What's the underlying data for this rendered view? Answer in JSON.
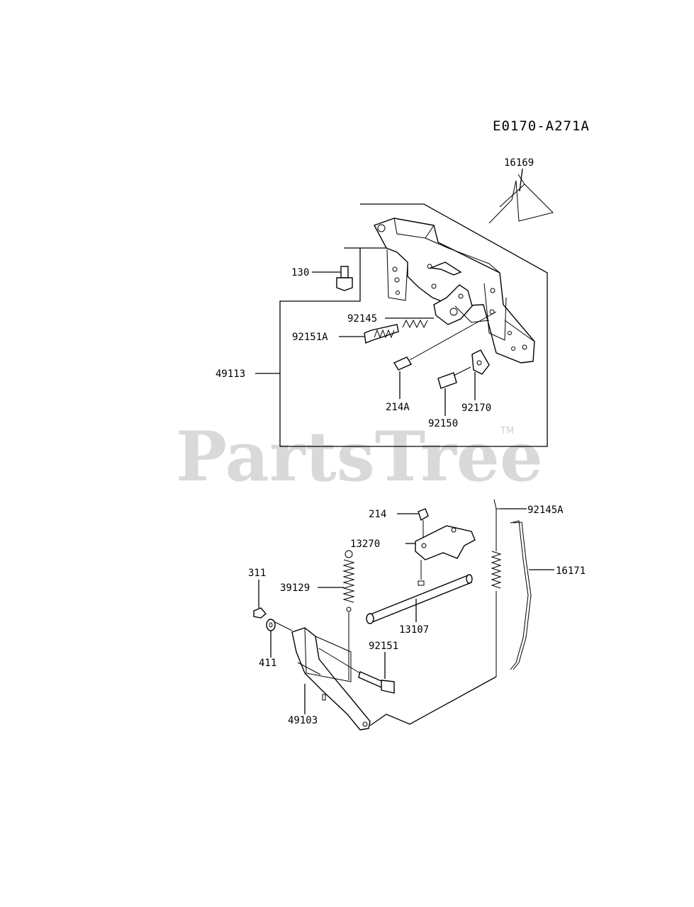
{
  "diagram_code": "E0170-A271A",
  "watermark": {
    "text": "PartsTree",
    "trademark": "TM"
  },
  "parts": [
    {
      "id": "16169"
    },
    {
      "id": "130"
    },
    {
      "id": "92145"
    },
    {
      "id": "92151A"
    },
    {
      "id": "49113"
    },
    {
      "id": "214A"
    },
    {
      "id": "92170"
    },
    {
      "id": "92150"
    },
    {
      "id": "214"
    },
    {
      "id": "92145A"
    },
    {
      "id": "13270"
    },
    {
      "id": "16171"
    },
    {
      "id": "311"
    },
    {
      "id": "39129"
    },
    {
      "id": "13107"
    },
    {
      "id": "411"
    },
    {
      "id": "92151"
    },
    {
      "id": "49103"
    }
  ]
}
